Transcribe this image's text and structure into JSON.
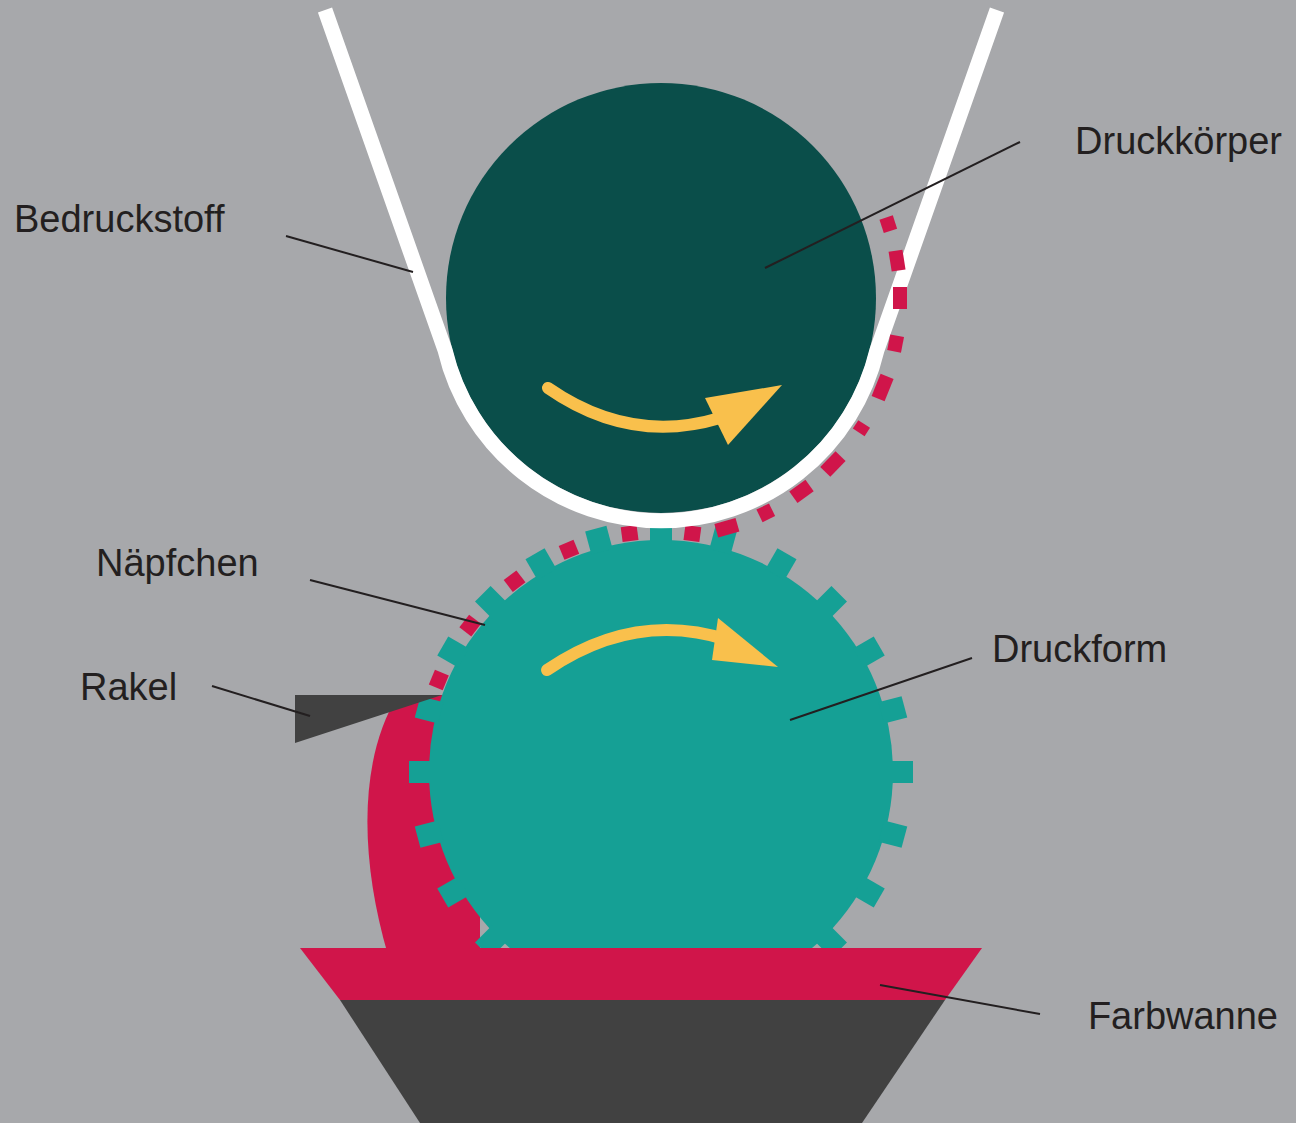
{
  "diagram": {
    "labels": [
      "Druckkörper",
      "Bedruckstoff",
      "Näpfchen",
      "Druckform",
      "Rakel",
      "Farbwanne"
    ]
  }
}
